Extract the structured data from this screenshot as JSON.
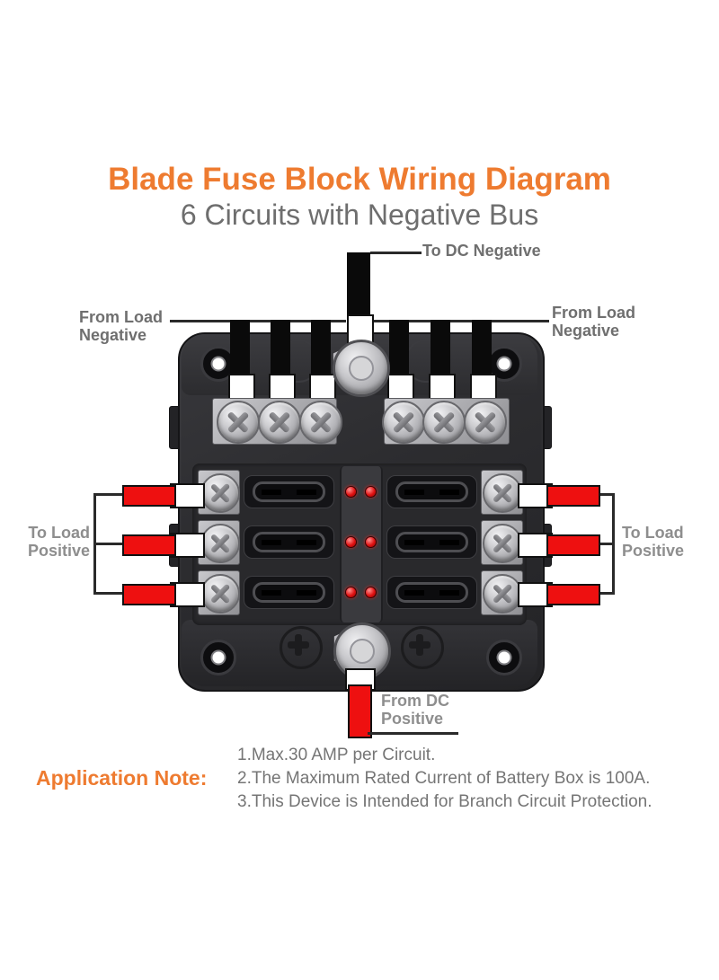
{
  "header": {
    "title": "Blade Fuse Block Wiring Diagram",
    "subtitle": "6 Circuits with Negative Bus"
  },
  "diagram": {
    "labels": {
      "to_dc_negative": "To DC Negative",
      "from_load_negative": "From Load\nNegative",
      "to_load_positive": "To Load\nPositive",
      "from_dc_positive": "From DC\nPositive"
    },
    "features": {
      "circuit_count": 6,
      "led_indicator_count": 6,
      "negative_bus_screw_count": 6,
      "fuse_slot_count": 6
    }
  },
  "application_note": {
    "label": "Application Note:",
    "notes": [
      "1.Max.30 AMP per Circuit.",
      "2.The Maximum Rated Current of Battery Box is 100A.",
      "3.This Device is Intended for Branch Circuit Protection."
    ]
  },
  "colors": {
    "accent-orange": "#ee7b30",
    "subtitle-gray": "#6e6e6e",
    "label-gray": "#6f6f6f",
    "positive-label-gray": "#8e8e8e",
    "note-gray": "#757575",
    "wire-red": "#ee1010",
    "wire-black": "#0a0a0a",
    "line-dark": "#2a2a2a"
  }
}
